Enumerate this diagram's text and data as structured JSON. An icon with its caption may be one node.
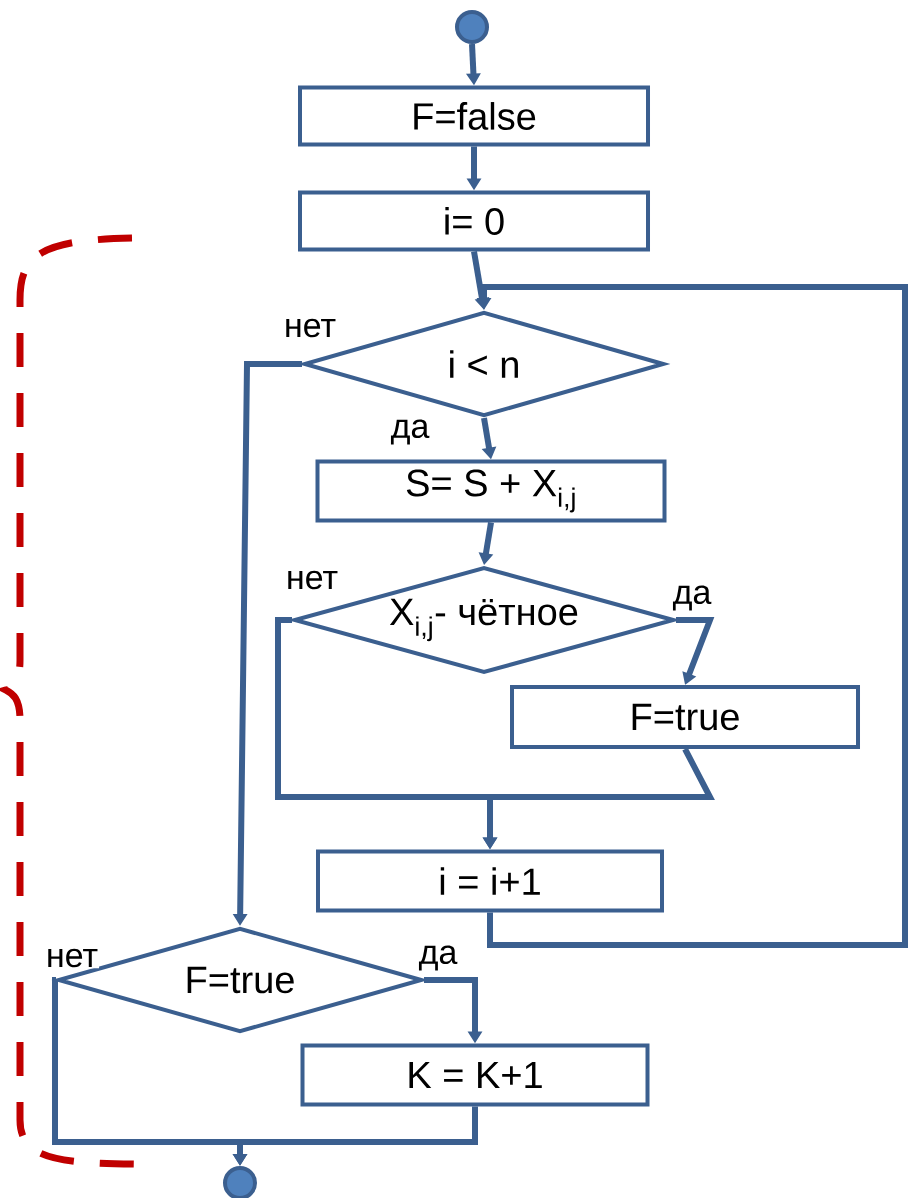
{
  "diagram": {
    "nodes": [
      {
        "text": [],
        "shape": "circle"
      },
      {
        "text": [
          "F=false"
        ]
      },
      {
        "text": [
          "i= 0"
        ]
      },
      {
        "text": [
          "i < n"
        ]
      },
      {
        "text": [
          "S= S + X$_{i,j}$"
        ]
      },
      {
        "text": [
          "X$_{i,j}$- чётное"
        ]
      },
      {
        "text": [
          "F=true"
        ]
      },
      {
        "text": [
          "i = i+1"
        ]
      },
      {
        "text": [
          "F=true"
        ]
      },
      {
        "text": [
          "K = K+1"
        ]
      },
      {
        "text": [],
        "shape": "circle"
      }
    ],
    "edges": [
      {
        "from": 0,
        "to": 1,
        "arrow": "to"
      },
      {
        "from": 1,
        "to": 2,
        "arrow": "to"
      },
      {
        "from": 2,
        "to": 3,
        "arrow": "to"
      },
      {
        "from": 3,
        "to": 4,
        "arrow": "to",
        "label": "да"
      },
      {
        "from": 3,
        "to": 8,
        "arrow": "to",
        "label": "нет"
      },
      {
        "from": 4,
        "to": 5,
        "arrow": "to"
      },
      {
        "from": 5,
        "to": 6,
        "arrow": "to",
        "label": "да"
      },
      {
        "from": 5,
        "to": 7,
        "arrow": "to",
        "label": "нет"
      },
      {
        "from": 6,
        "to": 7,
        "arrow": "to"
      },
      {
        "from": 7,
        "to": 3,
        "arrow": "to"
      },
      {
        "from": 8,
        "to": 9,
        "arrow": "to",
        "label": "да"
      },
      {
        "from": 8,
        "to": 10,
        "arrow": "to",
        "label": "нет"
      },
      {
        "from": 9,
        "to": 10,
        "arrow": "to"
      }
    ]
  }
}
